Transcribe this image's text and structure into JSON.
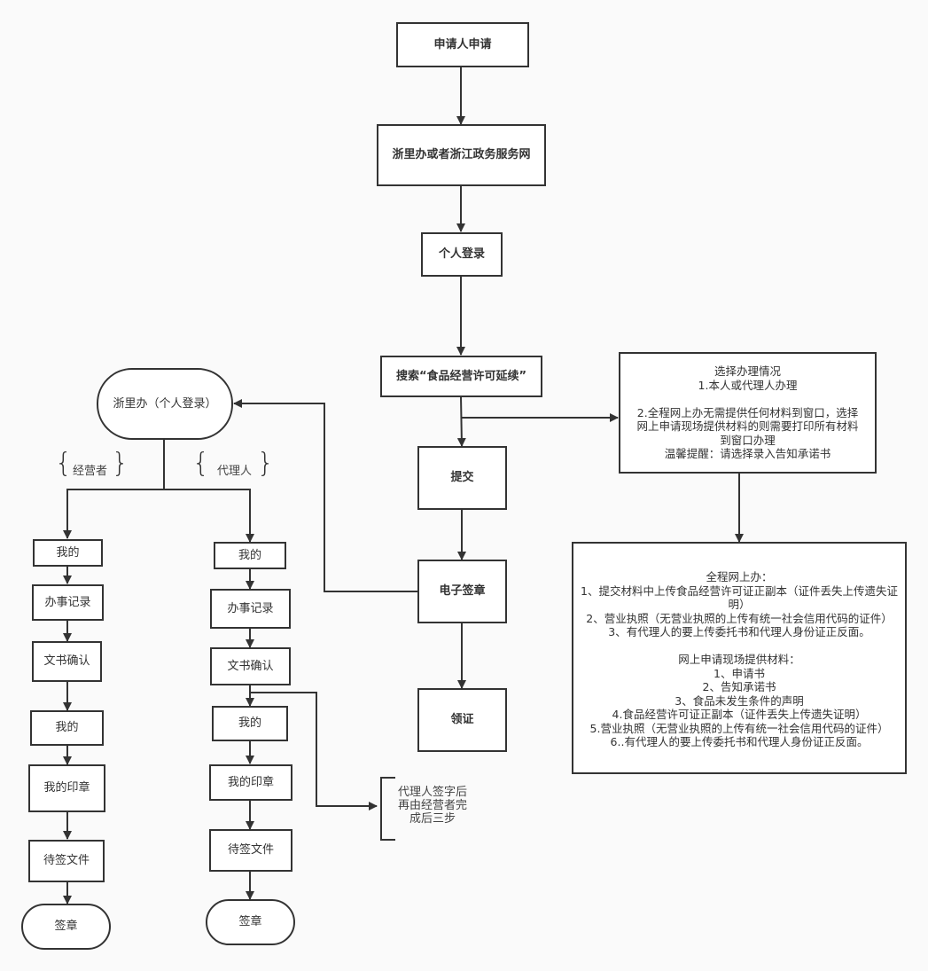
{
  "main_flow": {
    "apply": "申请人申请",
    "portal": "浙里办或者浙江政务服务网",
    "login": "个人登录",
    "search": "搜索“食品经营许可延续”",
    "submit": "提交",
    "esign": "电子签章",
    "certificate": "领证"
  },
  "choose_box": {
    "text": "选择办理情况\n1.本人或代理人办理\n\n2.全程网上办无需提供任何材料到窗口，选择\n网上申请现场提供材料的则需要打印所有材料\n到窗口办理\n温馨提醒：请选择录入告知承诺书"
  },
  "materials_box": {
    "text": "全程网上办：\n1、提交材料中上传食品经营许可证正副本（证件丢失上传遗失证\n明）\n2、营业执照（无营业执照的上传有统一社会信用代码的证件）\n3、有代理人的要上传委托书和代理人身份证正反面。\n\n网上申请现场提供材料：\n1、申请书\n2、告知承诺书\n3、食品未发生条件的声明\n4.食品经营许可证正副本（证件丢失上传遗失证明）\n5.营业执照（无营业执照的上传有统一社会信用代码的证件）\n6..有代理人的要上传委托书和代理人身份证正反面。"
  },
  "sub_flow": {
    "start": "浙里办（个人登录）",
    "operator_label": "经营者",
    "agent_label": "代理人",
    "operator_steps": [
      "我的",
      "办事记录",
      "文书确认",
      "我的",
      "我的印章",
      "待签文件",
      "签章"
    ],
    "agent_steps": [
      "我的",
      "办事记录",
      "文书确认",
      "我的",
      "我的印章",
      "待签文件",
      "签章"
    ],
    "agent_note": "代理人签字后\n再由经营者完\n成后三步"
  },
  "colors": {
    "background": "#fafafa",
    "stroke": "#333333",
    "node_fill": "#ffffff"
  }
}
